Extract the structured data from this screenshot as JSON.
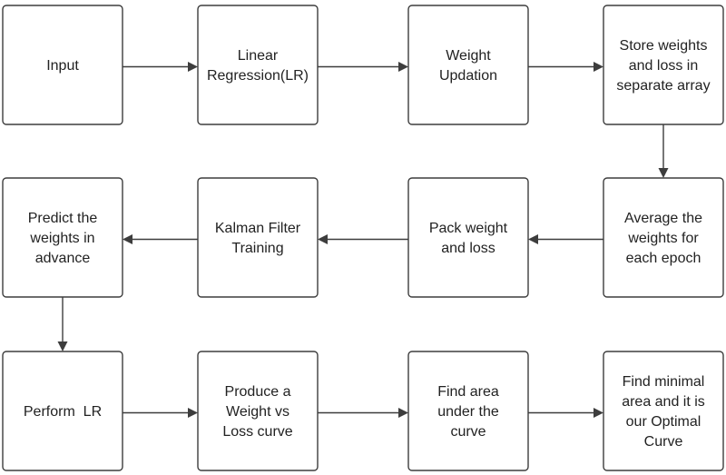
{
  "diagram": {
    "nodes": [
      {
        "id": "input",
        "lines": [
          "Input"
        ]
      },
      {
        "id": "linear-regression",
        "lines": [
          "Linear",
          "Regression(LR)"
        ]
      },
      {
        "id": "weight-updation",
        "lines": [
          "Weight",
          "Updation"
        ]
      },
      {
        "id": "store-weights",
        "lines": [
          "Store weights",
          "and loss in",
          "separate array"
        ]
      },
      {
        "id": "average-weights",
        "lines": [
          "Average the",
          "weights for",
          "each epoch"
        ]
      },
      {
        "id": "pack-weight",
        "lines": [
          "Pack weight",
          "and loss"
        ]
      },
      {
        "id": "kalman-filter",
        "lines": [
          "Kalman Filter",
          "Training"
        ]
      },
      {
        "id": "predict-weights",
        "lines": [
          "Predict the",
          "weights in",
          "advance"
        ]
      },
      {
        "id": "perform-lr",
        "lines": [
          "Perform  LR"
        ]
      },
      {
        "id": "produce-curve",
        "lines": [
          "Produce a",
          "Weight vs",
          "Loss curve"
        ]
      },
      {
        "id": "find-area",
        "lines": [
          "Find area",
          "under the",
          "curve"
        ]
      },
      {
        "id": "find-minimal",
        "lines": [
          "Find minimal",
          "area and it is",
          "our Optimal",
          "Curve"
        ]
      }
    ],
    "edges": [
      {
        "from": "input",
        "to": "linear-regression"
      },
      {
        "from": "linear-regression",
        "to": "weight-updation"
      },
      {
        "from": "weight-updation",
        "to": "store-weights"
      },
      {
        "from": "store-weights",
        "to": "average-weights"
      },
      {
        "from": "average-weights",
        "to": "pack-weight"
      },
      {
        "from": "pack-weight",
        "to": "kalman-filter"
      },
      {
        "from": "kalman-filter",
        "to": "predict-weights"
      },
      {
        "from": "predict-weights",
        "to": "perform-lr"
      },
      {
        "from": "perform-lr",
        "to": "produce-curve"
      },
      {
        "from": "produce-curve",
        "to": "find-area"
      },
      {
        "from": "find-area",
        "to": "find-minimal"
      }
    ]
  }
}
